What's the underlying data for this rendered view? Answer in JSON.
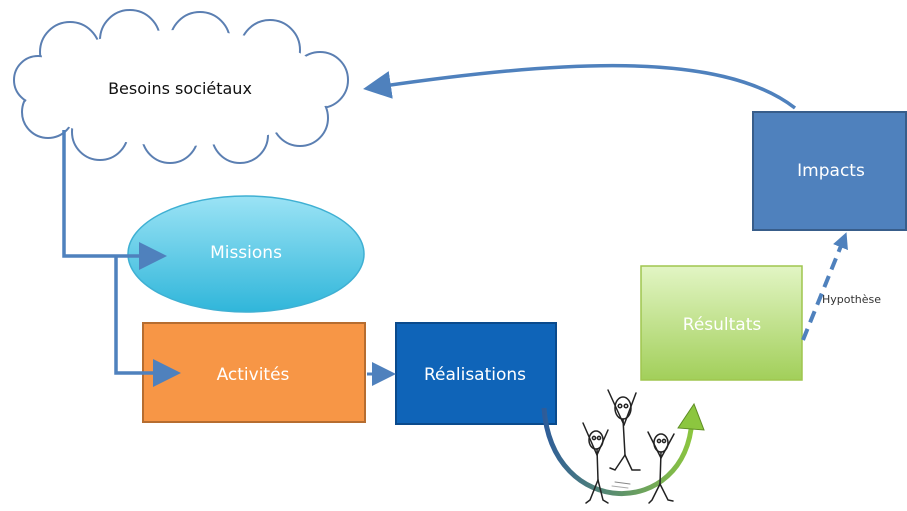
{
  "nodes": {
    "besoins": {
      "label": "Besoins sociétaux"
    },
    "missions": {
      "label": "Missions"
    },
    "activites": {
      "label": "Activités"
    },
    "realisations": {
      "label": "Réalisations"
    },
    "resultats": {
      "label": "Résultats"
    },
    "impacts": {
      "label": "Impacts"
    }
  },
  "edges": {
    "hypothese": {
      "label": "Hypothèse"
    }
  },
  "colors": {
    "arrow": "#4F81BD",
    "missions": "#5BC9E8",
    "activites": "#F79646",
    "realisations": "#1F6FC0",
    "resultats": "#BEDD7E",
    "impacts": "#4F81BD"
  }
}
